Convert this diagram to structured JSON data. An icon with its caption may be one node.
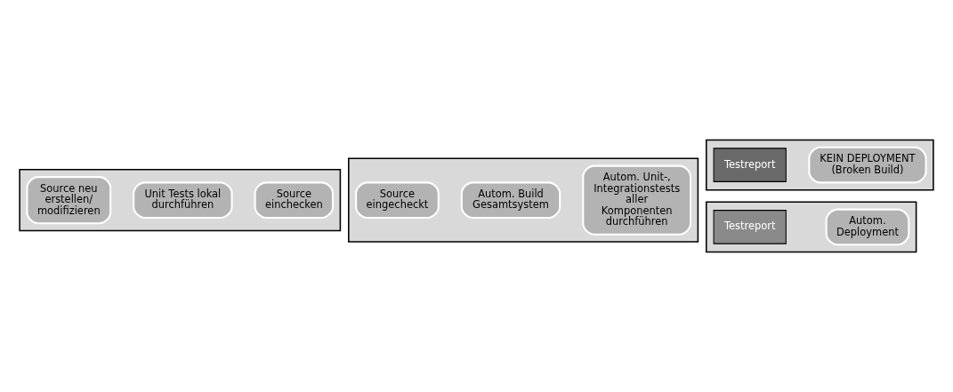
{
  "diagram": {
    "nodes": [
      {
        "text": [],
        "shape": "arrow"
      },
      {
        "text": [
          "Source neu erstellen/ modifizieren"
        ],
        "in": 0
      },
      {
        "text": [
          "Unit Tests lokal durchführen"
        ],
        "in": 0
      },
      {
        "text": [
          "Source einchecken"
        ],
        "in": 0
      },
      {
        "text": [],
        "shape": "arrow"
      },
      {
        "text": [
          "Source eingecheckt"
        ],
        "in": 4
      },
      {
        "text": [
          "Autom. Build Gesamtsystem"
        ],
        "in": 4
      },
      {
        "text": [
          "Autom. Unit-, Integrationstests aller Komponenten durchführen"
        ],
        "in": 4
      },
      {
        "text": [],
        "shape": "arrow"
      },
      {
        "text": [
          "Testreport"
        ],
        "in": 8
      },
      {
        "text": [
          "KEIN DEPLOYMENT (Broken Build)"
        ],
        "in": 8
      },
      {
        "text": [],
        "shape": "arrow"
      },
      {
        "text": [
          "Testreport"
        ],
        "in": 11
      },
      {
        "text": [
          "Autom. Deployment"
        ],
        "in": 11
      }
    ],
    "edges": []
  }
}
